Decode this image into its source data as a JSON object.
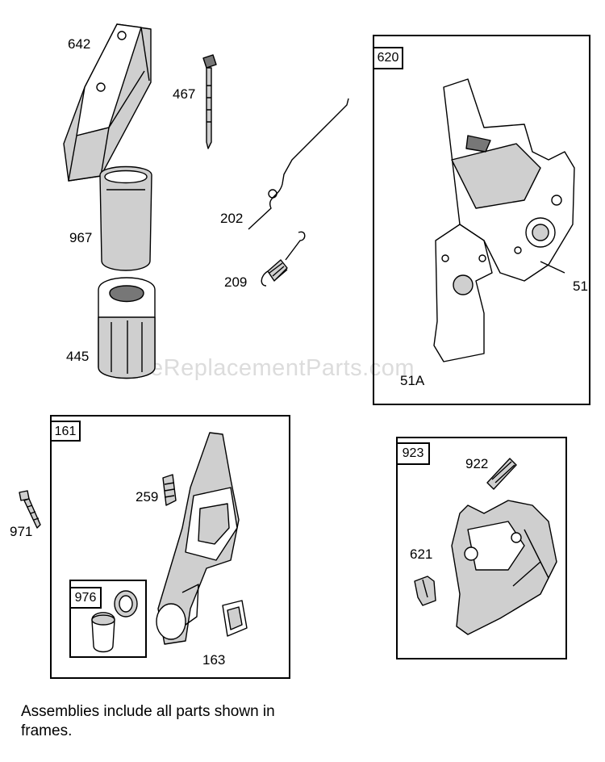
{
  "watermark": "eReplacementParts.com",
  "note": "Assemblies include all parts shown in frames.",
  "frames": {
    "f620": "620",
    "f161": "161",
    "f976": "976",
    "f923": "923"
  },
  "parts": {
    "p642": "642",
    "p467": "467",
    "p967": "967",
    "p202": "202",
    "p209": "209",
    "p445": "445",
    "p51": "51",
    "p51a": "51A",
    "p971": "971",
    "p259": "259",
    "p163": "163",
    "p922": "922",
    "p621": "621"
  }
}
